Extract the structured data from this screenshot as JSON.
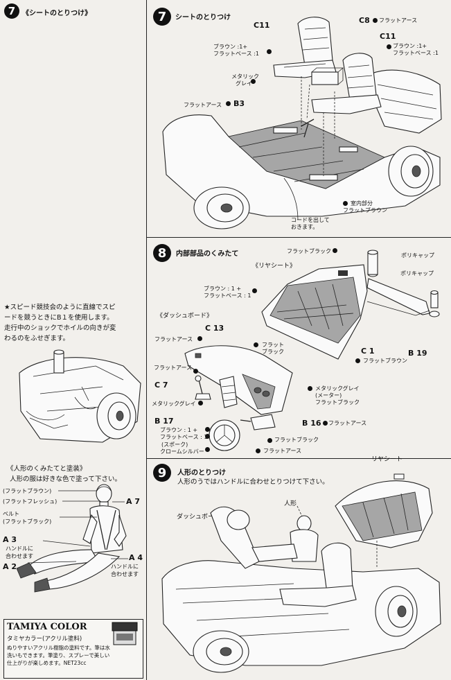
{
  "left": {
    "step7_num": "7",
    "step7_title": "《シートのとりつけ》",
    "note_lines": [
      "★スピード競技会のように直線でスピ",
      "ードを競うときにB１を使用します。",
      "走行中のショックでホイルの向きが変",
      "わるのをふせぎます。"
    ],
    "figure_title": "《人形のくみたてと塗装》",
    "figure_sub": "人形の服は好きな色で塗って下さい。",
    "fig_labels": {
      "flat_brown": "(フラットブラウン)",
      "flat_flesh": "(フラットフレッシュ)",
      "belt": "ベルト",
      "belt_color": "(フラットブラック)",
      "a7": "A 7",
      "a3": "A 3",
      "a3_note1": "ハンドルに",
      "a3_note2": "合わせます",
      "a2": "A 2",
      "a4": "A 4",
      "a4_note1": "ハンドルに",
      "a4_note2": "合わせます"
    },
    "tamiya": {
      "brand": "TAMIYA COLOR",
      "sub": "タミヤカラー(アクリル塗料)",
      "lines": [
        "ぬりやすいアクリル樹脂の塗料です。筆は水",
        "洗いもできます。筆塗り、スプレーで美しい",
        "仕上がりが楽しめます。NET23cc"
      ]
    }
  },
  "step7": {
    "num": "7",
    "title": "シートのとりつけ",
    "c11_left": "C11",
    "c11_left_note1": "ブラウン :1+",
    "c11_left_note2": "フラットベース :1",
    "c8": "C8",
    "c8_color": "フラットアース",
    "c11_right": "C11",
    "c11_right_note1": "ブラウン :1+",
    "c11_right_note2": "フラットベース :1",
    "metallic1": "メタリック",
    "metallic2": "グレイ",
    "b3_color": "フラットアース",
    "b3": "B3",
    "interior1": "室内部分",
    "interior2": "フラットブラウン",
    "cord1": "コードを出して",
    "cord2": "おきます。"
  },
  "step8": {
    "num": "8",
    "title": "内部部品のくみたて",
    "rear_seat": "《リヤシート》",
    "flat_black_top": "フラットブラック",
    "polycap1": "ポリキャップ",
    "polycap2": "ポリキャップ",
    "rs_note1": "ブラウン : 1 +",
    "rs_note2": "フラットベース : 1",
    "c1": "C 1",
    "c1_color": "フラットブラウン",
    "b19": "B 19",
    "dash": "《ダッシュボード》",
    "c13": "C 13",
    "flat_earth1": "フラットアース",
    "flat_black_c13_1": "フラット",
    "flat_black_c13_2": "ブラック",
    "flat_earth2": "フラットアース",
    "c7": "C 7",
    "metallic_grey": "メタリックグレイ",
    "meter1": "メタリックグレイ",
    "meter2": "(メーター)",
    "meter3": "フラットブラック",
    "b17": "B 17",
    "b17_note1": "ブラウン : 1 +",
    "b17_note2": "フラットベース : 1",
    "b17_note3": "(スポーク)",
    "b17_note4": "クロームシルバー",
    "b16": "B 16",
    "b16_color": "フラットアース",
    "flat_black_b": "フラットブラック",
    "flat_earth3": "フラットアース"
  },
  "step9": {
    "num": "9",
    "title": "人形のとりつけ",
    "sub": "人形のうではハンドルに合わせとりつけて下さい。",
    "rear_seat": "リヤシート",
    "figure": "人形",
    "dash": "ダッシュボード"
  }
}
